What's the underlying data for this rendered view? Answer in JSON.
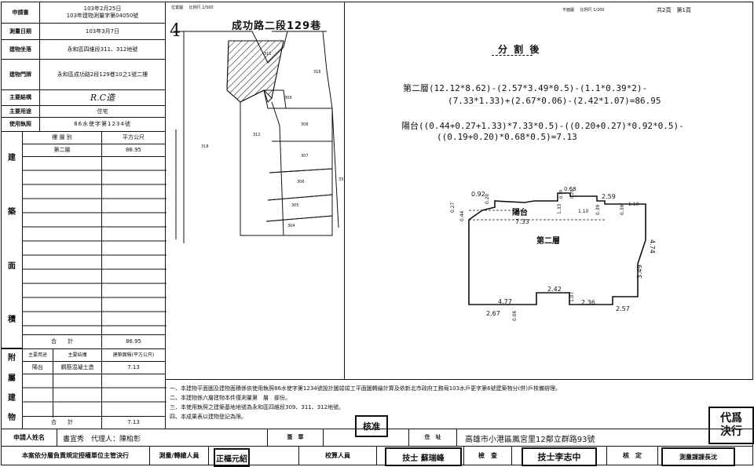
{
  "left_table": {
    "rows": [
      {
        "label": "申請書",
        "value_lines": [
          "103年2月25日",
          "103年建物測量字第04050號"
        ]
      },
      {
        "label": "測量日期",
        "value_lines": [
          "103年3月7日"
        ]
      },
      {
        "label": "建物坐落",
        "value_lines": [
          "永和區四維段311、312地號"
        ]
      },
      {
        "label": "建物門牌",
        "value_lines": [
          "永和區成功路2段129巷10之1號二樓"
        ]
      },
      {
        "label": "主要結構",
        "value_lines": [
          "R.C造"
        ]
      },
      {
        "label": "主要用途",
        "value_lines": [
          "住宅"
        ]
      },
      {
        "label": "使用執照",
        "value_lines": [
          "86水使字第1234號"
        ]
      }
    ],
    "main_header": {
      "layer": "樓 層 別",
      "area": "平方公尺"
    },
    "main_section_label": [
      "建",
      "築",
      "面",
      "積"
    ],
    "main_rows": [
      {
        "layer": "第二層",
        "area": "86.95"
      }
    ],
    "main_total": {
      "label": "合　　計",
      "value": "86.95"
    },
    "aux_header": {
      "use": "主要用途",
      "structure": "主要結構",
      "area": "建築面積(平方公尺)"
    },
    "aux_section_label": [
      "附",
      "屬",
      "建",
      "物"
    ],
    "aux_rows": [
      {
        "use": "陽台",
        "structure": "鋼筋混凝土造",
        "area": "7.13"
      }
    ],
    "aux_total": {
      "label": "合　　計",
      "value": "7.13"
    }
  },
  "location_map": {
    "header_left": "位置圖",
    "header_scale": "比例尺 1/500",
    "corner_number": "4",
    "road_name": "成功路二段129巷",
    "parcel_labels": [
      "311",
      "316",
      "309",
      "312",
      "308",
      "307",
      "306",
      "305",
      "304",
      "318",
      "33"
    ]
  },
  "floor_plan": {
    "header_left": "平面圖",
    "header_scale": "比例尺 1/200",
    "header_pages": "共2頁　第1頁",
    "title": "分 割 後",
    "formula_main_lines": [
      "第二層(12.12*8.62)-(2.57*3.49*0.5)-(1.1*0.39*2)-",
      "(7.33*1.33)+(2.67*0.06)-(2.42*1.07)=86.95"
    ],
    "formula_balcony_lines": [
      "陽台((0.44+0.27+1.33)*7.33*0.5)-((0.20+0.27)*0.92*0.5)-",
      "((0.19+0.20)*0.68*0.5)=7.13"
    ],
    "room_labels": {
      "main": "第二層",
      "balcony": "陽台"
    },
    "dimensions": [
      "0.92",
      "0.20",
      "0.27",
      "0.44",
      "0.68",
      "0.19",
      "0.20",
      "1.33",
      "1.10",
      "0.39",
      "2.59",
      "1.10",
      "0.39",
      "7.33",
      "4.74",
      "3.49",
      "2.42",
      "1.07",
      "2.36",
      "2.57",
      "4.77",
      "2.67",
      "0.06"
    ]
  },
  "notes": [
    "一、本建物平面圖及建物面積係依使用執照86水使字第1234號設計圖竣竣工平面圖轉繪計算及依新北市政府工務局103水戶更字第6號建築物分(併)戶核備辦理。",
    "二、本建物係六層建物本件僅測量第　層　部份。",
    "三、本使用執照之建築基地地號為永和區四維段309、311、312地號。",
    "四、本成果表以建物登記為限。"
  ],
  "stamps": {
    "right_lines": [
      "代爲",
      "決行"
    ],
    "approve": "核准",
    "surveyor": "技士 蘇瑞峰",
    "checker": "技士李志中",
    "director": "測量課課長沈",
    "left": "正樞元紹"
  },
  "footer": {
    "applicant_label": "申請人姓名",
    "applicant_value": "書宜秀　代理人：陳柏彰",
    "sign_label": "簽　章",
    "address_label": "住　址",
    "address_value": "高雄市小港區鳳宮里12鄰立群路93號",
    "responsibility": "本案依分層負責規定授權單位主管決行",
    "drawer_label": "測量/轉繪人員",
    "calc_label": "校算人員",
    "check_label": "檢　查",
    "verify_label": "核　定"
  }
}
